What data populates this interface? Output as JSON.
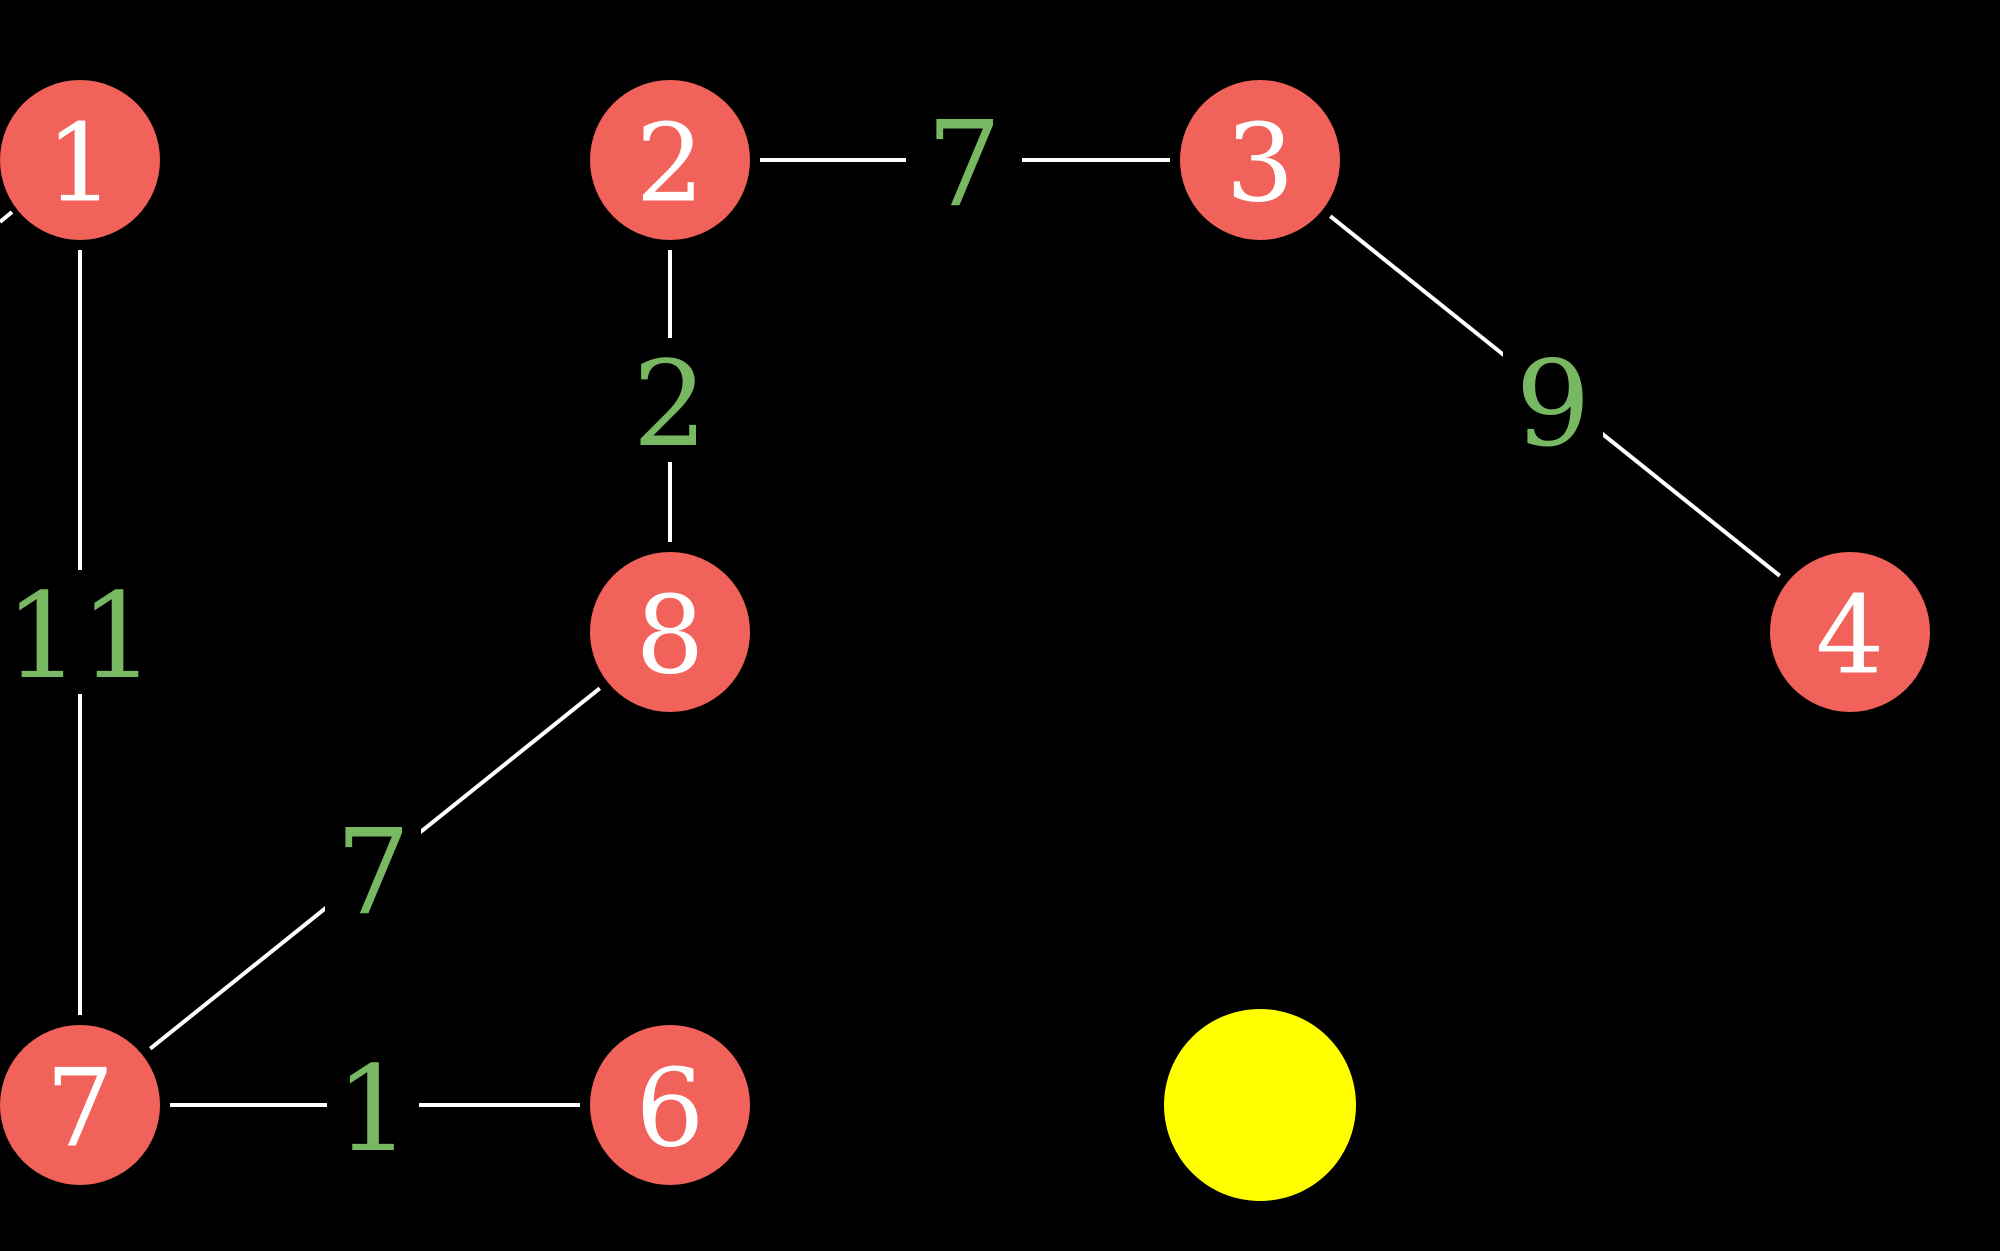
{
  "colors": {
    "background": "#000000",
    "node_fill": "#f0625a",
    "node_text": "#ffffff",
    "edge": "#ffffff",
    "weight": "#78b862",
    "highlight": "#ffff00"
  },
  "nodes": [
    {
      "id": "n1",
      "label": "1"
    },
    {
      "id": "n2",
      "label": "2"
    },
    {
      "id": "n3",
      "label": "3"
    },
    {
      "id": "n4",
      "label": "4"
    },
    {
      "id": "n6",
      "label": "6"
    },
    {
      "id": "n7",
      "label": "7"
    },
    {
      "id": "n8",
      "label": "8"
    }
  ],
  "edges": [
    {
      "from": "n2",
      "to": "n3",
      "weight": "7"
    },
    {
      "from": "n2",
      "to": "n8",
      "weight": "2"
    },
    {
      "from": "n3",
      "to": "n4",
      "weight": "9"
    },
    {
      "from": "n1",
      "to": "n7",
      "weight": "11"
    },
    {
      "from": "n8",
      "to": "n7",
      "weight": "7"
    },
    {
      "from": "n7",
      "to": "n6",
      "weight": "1"
    }
  ],
  "highlight_marker": {
    "shape": "circle",
    "color_name": "yellow"
  }
}
